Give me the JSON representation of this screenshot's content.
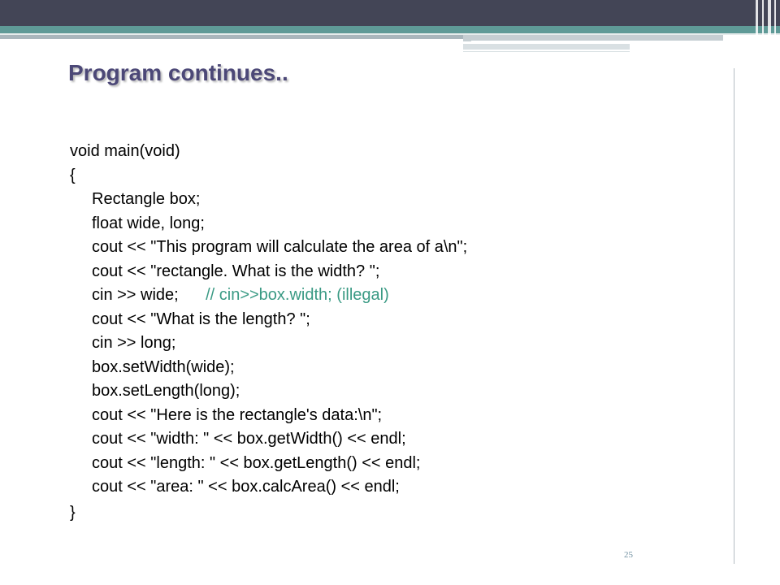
{
  "slide": {
    "title": "Program continues..",
    "page_number": "25",
    "colors": {
      "title": "#4c4877",
      "comment": "#3a9a84",
      "header_dark": "#434556",
      "header_teal": "#5f9a97"
    },
    "code": {
      "l1": "void main(void)",
      "l2": "{",
      "l3": "Rectangle box;",
      "l4": "float wide, long;",
      "l5": "cout << \"This program will calculate the area of a\\n\";",
      "l6": "cout << \"rectangle. What is the width? \";",
      "l7_code": "cin >> wide;",
      "l7_spacer": "      ",
      "l7_comment": "// cin>>box.width; (illegal)",
      "l8": "cout << \"What is the length? \";",
      "l9": "cin >> long;",
      "l10": "box.setWidth(wide);",
      "l11": "box.setLength(long);",
      "l12": "cout << \"Here is the rectangle's data:\\n\";",
      "l13": "cout << \"width: \" << box.getWidth() << endl;",
      "l14": "cout << \"length: \" << box.getLength() << endl;",
      "l15": "cout << \"area: \" << box.calcArea() << endl;",
      "l16": "}"
    }
  }
}
